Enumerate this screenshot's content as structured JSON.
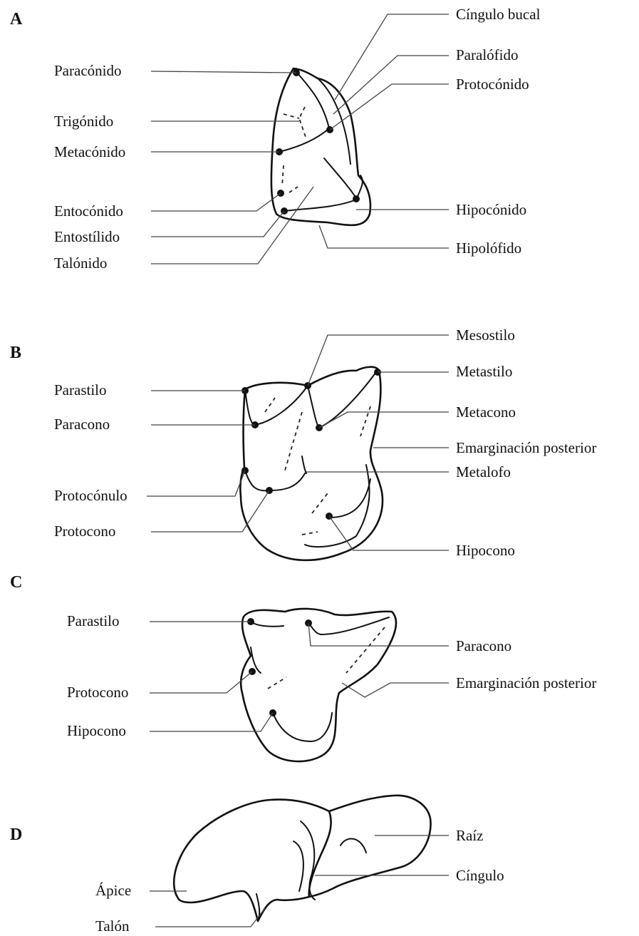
{
  "panels": {
    "a": {
      "letter": "A",
      "labels": {
        "cingulo_bucal": "Cíngulo bucal",
        "paraconido": "Paracónido",
        "paralofido": "Paralófido",
        "protoconido": "Protocónido",
        "trigonido": "Trigónido",
        "metaconido": "Metacónido",
        "entoconido": "Entocónido",
        "hipoconido": "Hipocónido",
        "entostilido": "Entostílido",
        "talonido": "Talónido",
        "hipolofido": "Hipolófido"
      }
    },
    "b": {
      "letter": "B",
      "labels": {
        "mesostilo": "Mesostilo",
        "parastilo": "Parastilo",
        "metastilo": "Metastilo",
        "paracono": "Paracono",
        "metacono": "Metacono",
        "emarginacion_posterior": "Emarginación posterior",
        "metalofo": "Metalofo",
        "protoconulo": "Protocónulo",
        "protocono": "Protocono",
        "hipocono": "Hipocono"
      }
    },
    "c": {
      "letter": "C",
      "labels": {
        "parastilo": "Parastilo",
        "paracono": "Paracono",
        "protocono": "Protocono",
        "emarginacion_posterior": "Emarginación posterior",
        "hipocono": "Hipocono"
      }
    },
    "d": {
      "letter": "D",
      "labels": {
        "raiz": "Raíz",
        "cingulo": "Cíngulo",
        "apice": "Ápice",
        "talon": "Talón"
      }
    }
  }
}
